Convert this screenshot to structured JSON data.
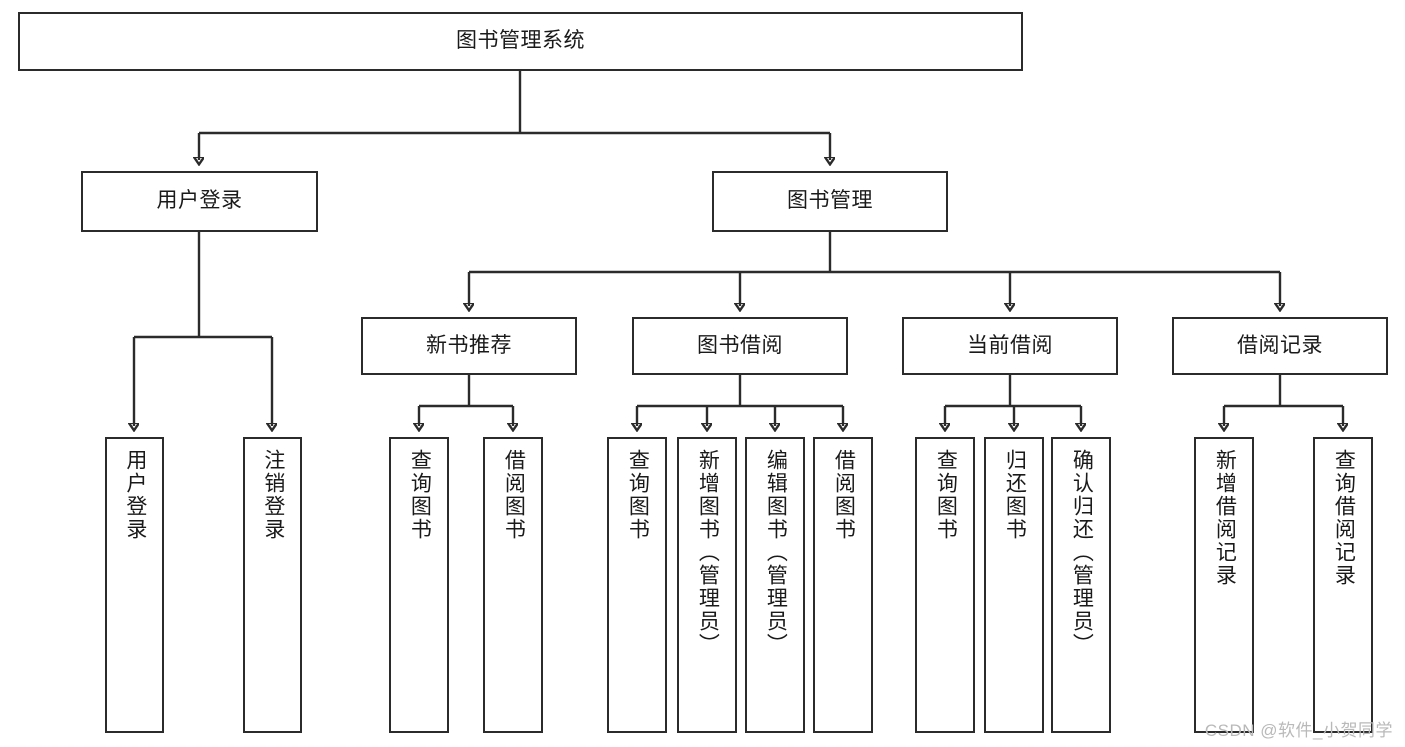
{
  "diagram": {
    "type": "tree",
    "title": "图书管理系统",
    "watermark": "CSDN @软件_小贺同学",
    "colors": {
      "stroke": "#2b2b2b",
      "fill": "#ffffff",
      "text": "#1a1a1a",
      "watermark": "#b9b9b9"
    },
    "nodes": {
      "root": "图书管理系统",
      "level2": [
        {
          "label": "用户登录"
        },
        {
          "label": "图书管理"
        }
      ],
      "level3": [
        {
          "label": "新书推荐"
        },
        {
          "label": "图书借阅"
        },
        {
          "label": "当前借阅"
        },
        {
          "label": "借阅记录"
        }
      ],
      "leaves": {
        "user_login": [
          {
            "label": "用户登录"
          },
          {
            "label": "注销登录"
          }
        ],
        "new_book": [
          {
            "label": "查询图书"
          },
          {
            "label": "借阅图书"
          }
        ],
        "book_borrow": [
          {
            "label": "查询图书"
          },
          {
            "label": "新增图书（管理员）"
          },
          {
            "label": "编辑图书（管理员）"
          },
          {
            "label": "借阅图书"
          }
        ],
        "current_borrow": [
          {
            "label": "查询图书"
          },
          {
            "label": "归还图书"
          },
          {
            "label": "确认归还（管理员）"
          }
        ],
        "borrow_record": [
          {
            "label": "新增借阅记录"
          },
          {
            "label": "查询借阅记录"
          }
        ]
      }
    }
  }
}
